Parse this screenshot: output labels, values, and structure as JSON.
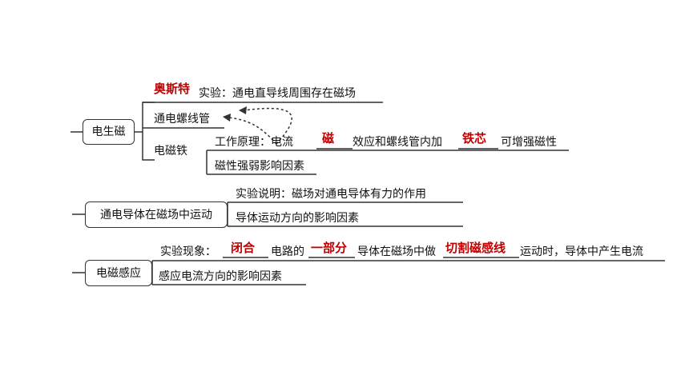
{
  "diagram": {
    "group1": {
      "root": "电生磁",
      "oersted_answer": "奥斯特",
      "oersted_text": "实验：通电直导线周围存在磁场",
      "solenoid": "通电螺线管",
      "electromagnet": "电磁铁",
      "principle_prefix": "工作原理：电流",
      "principle_answer1": "磁",
      "principle_mid": "效应和螺线管内加",
      "principle_answer2": "铁芯",
      "principle_suffix": "可增强磁性",
      "strength_factors": "磁性强弱影响因素"
    },
    "group2": {
      "root": "通电导体在磁场中运动",
      "note": "实验说明：磁场对通电导体有力的作用",
      "direction": "导体运动方向的影响因素"
    },
    "group3": {
      "root": "电磁感应",
      "phenomenon_prefix": "实验现象：",
      "answer1": "闭合",
      "text_mid1": "电路的",
      "answer2": "一部分",
      "text_mid2": "导体在磁场中做",
      "answer3": "切割磁感线",
      "text_suffix": "运动时，导体中产生电流",
      "current_direction": "感应电流方向的影响因素"
    }
  }
}
